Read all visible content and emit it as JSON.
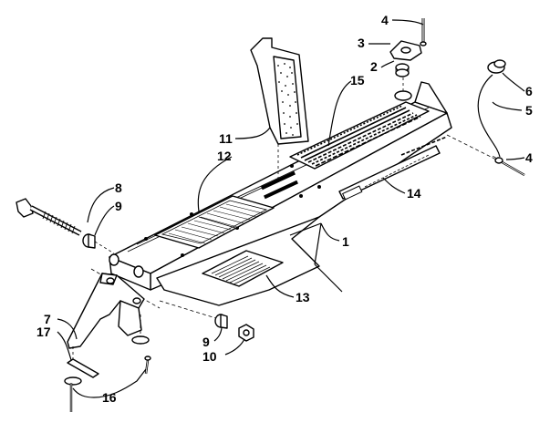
{
  "callouts": [
    {
      "id": "c1",
      "text": "1"
    },
    {
      "id": "c2",
      "text": "2"
    },
    {
      "id": "c3",
      "text": "3"
    },
    {
      "id": "c4a",
      "text": "4"
    },
    {
      "id": "c4b",
      "text": "4"
    },
    {
      "id": "c5",
      "text": "5"
    },
    {
      "id": "c6",
      "text": "6"
    },
    {
      "id": "c7",
      "text": "7"
    },
    {
      "id": "c8",
      "text": "8"
    },
    {
      "id": "c9a",
      "text": "9"
    },
    {
      "id": "c9b",
      "text": "9"
    },
    {
      "id": "c10",
      "text": "10"
    },
    {
      "id": "c11",
      "text": "11"
    },
    {
      "id": "c12",
      "text": "12"
    },
    {
      "id": "c13",
      "text": "13"
    },
    {
      "id": "c14",
      "text": "14"
    },
    {
      "id": "c15",
      "text": "15"
    },
    {
      "id": "c16",
      "text": "16"
    },
    {
      "id": "c17",
      "text": "17"
    }
  ]
}
